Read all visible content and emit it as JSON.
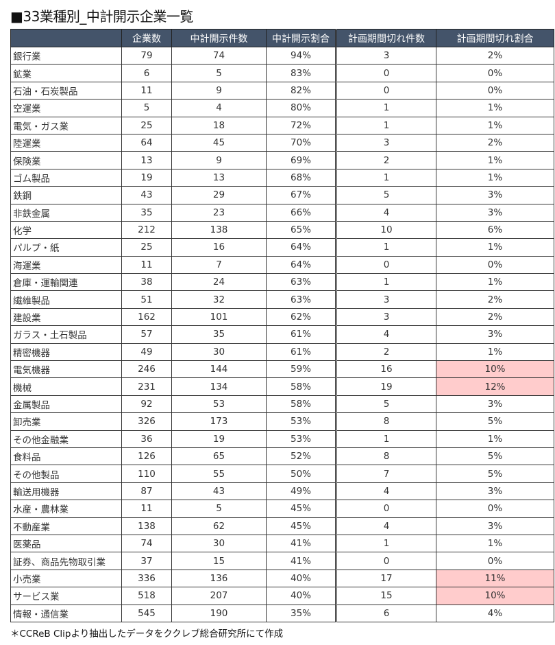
{
  "title": "■33業種別_中計開示企業一覧",
  "columns": [
    "",
    "企業数",
    "中計開示件数",
    "中計開示割合",
    "計画期間切れ件数",
    "計画期間切れ割合"
  ],
  "colors": {
    "header_bg": "#44546a",
    "highlight": "#ffcccc"
  },
  "rows": [
    {
      "industry": "銀行業",
      "companies": "79",
      "disclosed": "74",
      "disclosed_ratio": "94%",
      "expired": "3",
      "expired_ratio": "2%",
      "highlight": false
    },
    {
      "industry": "鉱業",
      "companies": "6",
      "disclosed": "5",
      "disclosed_ratio": "83%",
      "expired": "0",
      "expired_ratio": "0%",
      "highlight": false
    },
    {
      "industry": "石油・石炭製品",
      "companies": "11",
      "disclosed": "9",
      "disclosed_ratio": "82%",
      "expired": "0",
      "expired_ratio": "0%",
      "highlight": false
    },
    {
      "industry": "空運業",
      "companies": "5",
      "disclosed": "4",
      "disclosed_ratio": "80%",
      "expired": "1",
      "expired_ratio": "1%",
      "highlight": false
    },
    {
      "industry": "電気・ガス業",
      "companies": "25",
      "disclosed": "18",
      "disclosed_ratio": "72%",
      "expired": "1",
      "expired_ratio": "1%",
      "highlight": false
    },
    {
      "industry": "陸運業",
      "companies": "64",
      "disclosed": "45",
      "disclosed_ratio": "70%",
      "expired": "3",
      "expired_ratio": "2%",
      "highlight": false
    },
    {
      "industry": "保険業",
      "companies": "13",
      "disclosed": "9",
      "disclosed_ratio": "69%",
      "expired": "2",
      "expired_ratio": "1%",
      "highlight": false
    },
    {
      "industry": "ゴム製品",
      "companies": "19",
      "disclosed": "13",
      "disclosed_ratio": "68%",
      "expired": "1",
      "expired_ratio": "1%",
      "highlight": false
    },
    {
      "industry": "鉄鋼",
      "companies": "43",
      "disclosed": "29",
      "disclosed_ratio": "67%",
      "expired": "5",
      "expired_ratio": "3%",
      "highlight": false
    },
    {
      "industry": "非鉄金属",
      "companies": "35",
      "disclosed": "23",
      "disclosed_ratio": "66%",
      "expired": "4",
      "expired_ratio": "3%",
      "highlight": false
    },
    {
      "industry": "化学",
      "companies": "212",
      "disclosed": "138",
      "disclosed_ratio": "65%",
      "expired": "10",
      "expired_ratio": "6%",
      "highlight": false
    },
    {
      "industry": "パルプ・紙",
      "companies": "25",
      "disclosed": "16",
      "disclosed_ratio": "64%",
      "expired": "1",
      "expired_ratio": "1%",
      "highlight": false
    },
    {
      "industry": "海運業",
      "companies": "11",
      "disclosed": "7",
      "disclosed_ratio": "64%",
      "expired": "0",
      "expired_ratio": "0%",
      "highlight": false
    },
    {
      "industry": "倉庫・運輸関連",
      "companies": "38",
      "disclosed": "24",
      "disclosed_ratio": "63%",
      "expired": "1",
      "expired_ratio": "1%",
      "highlight": false
    },
    {
      "industry": "繊維製品",
      "companies": "51",
      "disclosed": "32",
      "disclosed_ratio": "63%",
      "expired": "3",
      "expired_ratio": "2%",
      "highlight": false
    },
    {
      "industry": "建設業",
      "companies": "162",
      "disclosed": "101",
      "disclosed_ratio": "62%",
      "expired": "3",
      "expired_ratio": "2%",
      "highlight": false
    },
    {
      "industry": "ガラス・土石製品",
      "companies": "57",
      "disclosed": "35",
      "disclosed_ratio": "61%",
      "expired": "4",
      "expired_ratio": "3%",
      "highlight": false
    },
    {
      "industry": "精密機器",
      "companies": "49",
      "disclosed": "30",
      "disclosed_ratio": "61%",
      "expired": "2",
      "expired_ratio": "1%",
      "highlight": false
    },
    {
      "industry": "電気機器",
      "companies": "246",
      "disclosed": "144",
      "disclosed_ratio": "59%",
      "expired": "16",
      "expired_ratio": "10%",
      "highlight": true
    },
    {
      "industry": "機械",
      "companies": "231",
      "disclosed": "134",
      "disclosed_ratio": "58%",
      "expired": "19",
      "expired_ratio": "12%",
      "highlight": true
    },
    {
      "industry": "金属製品",
      "companies": "92",
      "disclosed": "53",
      "disclosed_ratio": "58%",
      "expired": "5",
      "expired_ratio": "3%",
      "highlight": false
    },
    {
      "industry": "卸売業",
      "companies": "326",
      "disclosed": "173",
      "disclosed_ratio": "53%",
      "expired": "8",
      "expired_ratio": "5%",
      "highlight": false
    },
    {
      "industry": "その他金融業",
      "companies": "36",
      "disclosed": "19",
      "disclosed_ratio": "53%",
      "expired": "1",
      "expired_ratio": "1%",
      "highlight": false
    },
    {
      "industry": "食料品",
      "companies": "126",
      "disclosed": "65",
      "disclosed_ratio": "52%",
      "expired": "8",
      "expired_ratio": "5%",
      "highlight": false
    },
    {
      "industry": "その他製品",
      "companies": "110",
      "disclosed": "55",
      "disclosed_ratio": "50%",
      "expired": "7",
      "expired_ratio": "5%",
      "highlight": false
    },
    {
      "industry": "輸送用機器",
      "companies": "87",
      "disclosed": "43",
      "disclosed_ratio": "49%",
      "expired": "4",
      "expired_ratio": "3%",
      "highlight": false
    },
    {
      "industry": "水産・農林業",
      "companies": "11",
      "disclosed": "5",
      "disclosed_ratio": "45%",
      "expired": "0",
      "expired_ratio": "0%",
      "highlight": false
    },
    {
      "industry": "不動産業",
      "companies": "138",
      "disclosed": "62",
      "disclosed_ratio": "45%",
      "expired": "4",
      "expired_ratio": "3%",
      "highlight": false
    },
    {
      "industry": "医薬品",
      "companies": "74",
      "disclosed": "30",
      "disclosed_ratio": "41%",
      "expired": "1",
      "expired_ratio": "1%",
      "highlight": false
    },
    {
      "industry": "証券、商品先物取引業",
      "companies": "37",
      "disclosed": "15",
      "disclosed_ratio": "41%",
      "expired": "0",
      "expired_ratio": "0%",
      "highlight": false
    },
    {
      "industry": "小売業",
      "companies": "336",
      "disclosed": "136",
      "disclosed_ratio": "40%",
      "expired": "17",
      "expired_ratio": "11%",
      "highlight": true
    },
    {
      "industry": "サービス業",
      "companies": "518",
      "disclosed": "207",
      "disclosed_ratio": "40%",
      "expired": "15",
      "expired_ratio": "10%",
      "highlight": true
    },
    {
      "industry": "情報・通信業",
      "companies": "545",
      "disclosed": "190",
      "disclosed_ratio": "35%",
      "expired": "6",
      "expired_ratio": "4%",
      "highlight": false
    }
  ],
  "footnote": "＊CCReB Clipより抽出したデータをククレブ総合研究所にて作成"
}
